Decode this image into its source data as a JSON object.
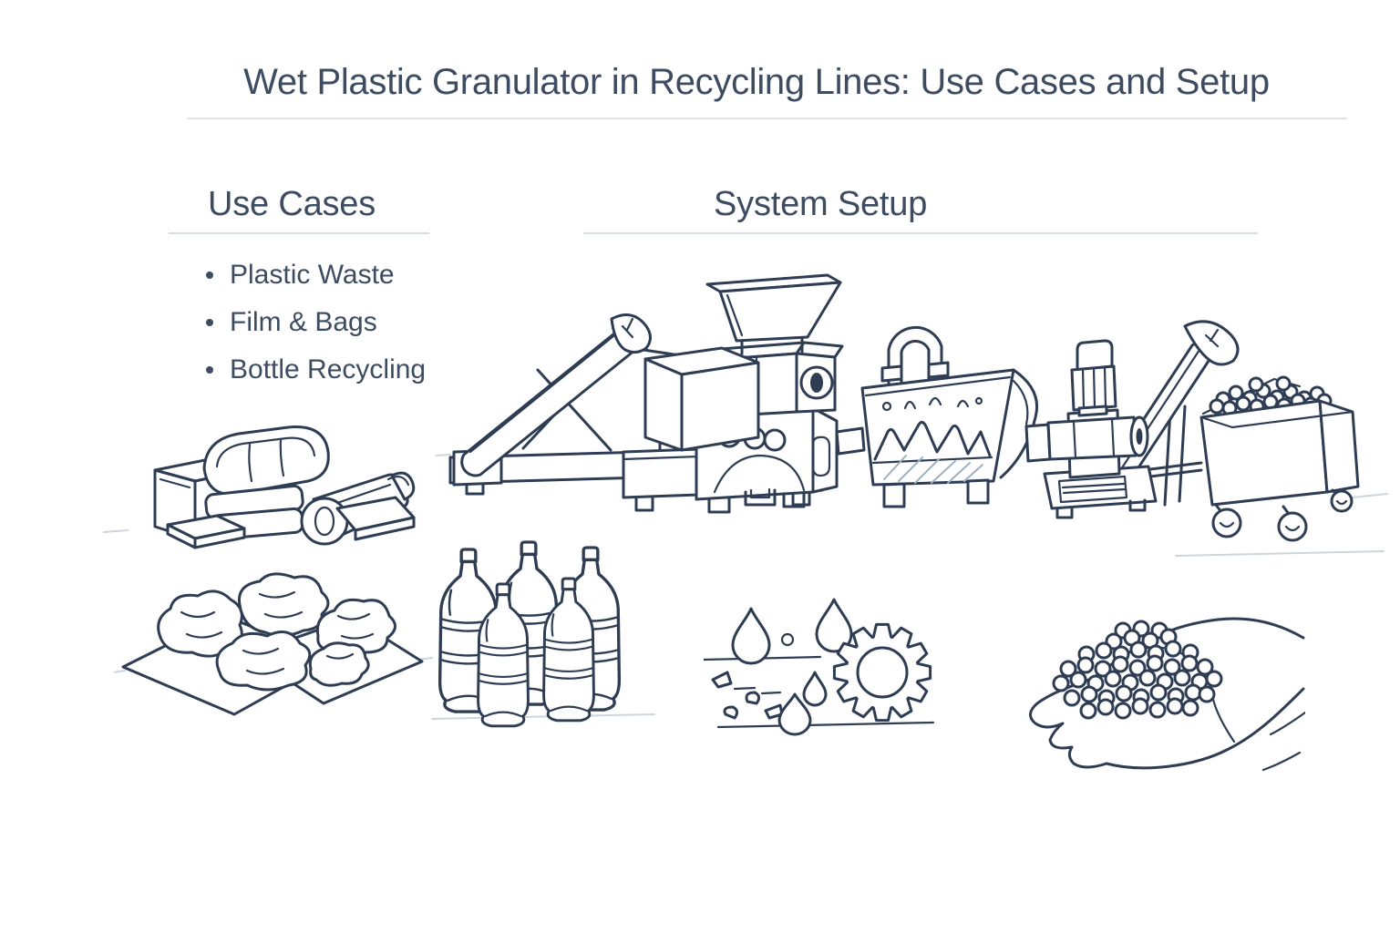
{
  "colors": {
    "ink": "#2e3d54",
    "text": "#3d4c61",
    "faint": "#ccd5de",
    "divider": "#dfe3e9",
    "underline": "#d8dee6",
    "background": "#ffffff"
  },
  "header": {
    "title": "Wet Plastic Granulator in Recycling Lines: Use Cases and Setup"
  },
  "use_cases": {
    "heading": "Use Cases",
    "items": [
      "Plastic Waste",
      "Film & Bags",
      "Bottle Recycling"
    ]
  },
  "system_setup": {
    "heading": "System Setup",
    "machines": [
      "infeed conveyor",
      "granulator with hopper",
      "wash tank",
      "pump",
      "discharge conveyor",
      "granule cart"
    ]
  },
  "bottom_illustrations": [
    "plastic waste pile",
    "film and bags pile",
    "plastic bottles",
    "water drops and gear",
    "hand holding granules"
  ]
}
